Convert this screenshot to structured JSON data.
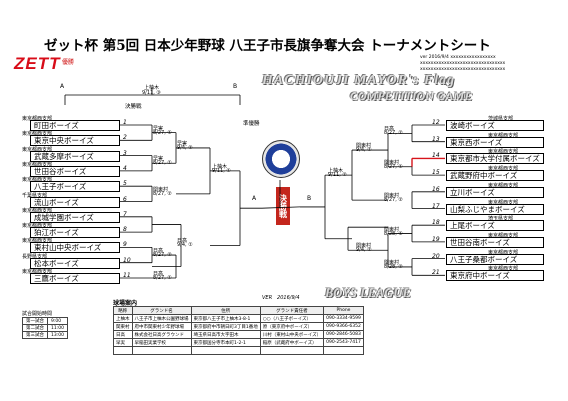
{
  "header": {
    "title": "ゼット杯 第5回 日本少年野球 八王子市長旗争奪大会 トーナメントシート",
    "logo": "ZETT",
    "victory": "優勝",
    "notes": [
      "ver 2016/9/4 xxxxxxxxxxxxxxxxx",
      "xxxxxxxxxxxxxxxxxxxxxxxxxxxxxxxx",
      "xxxxxxxxxxxxxxxxxxxxxxxxxxxxxxxx"
    ],
    "deco_line1": "HACHIOUJI MAYOR's Flag",
    "deco_line2": "COMPETITION GAME",
    "deco_boys": "BOYS LEAGUE",
    "version": "VER　2016/9/4"
  },
  "labels": {
    "block_a": "A",
    "block_b": "B",
    "final_label": "決勝戦",
    "final_venue": "上柚木",
    "final_date": "9/11, ③",
    "semi_label": "準優勝",
    "winner_badge": "決勝戦"
  },
  "left_teams": [
    {
      "n": "1",
      "branch": "東京都西支部",
      "name": "町田ボーイズ"
    },
    {
      "n": "2",
      "branch": "東京都西支部",
      "name": "東京中央ボーイズ"
    },
    {
      "n": "3",
      "branch": "東京都西支部",
      "name": "武蔵多摩ボーイズ"
    },
    {
      "n": "4",
      "branch": "東京都西支部",
      "name": "世田谷ボーイズ"
    },
    {
      "n": "5",
      "branch": "東京都西支部",
      "name": "八王子ボーイズ"
    },
    {
      "n": "6",
      "branch": "千葉県支部",
      "name": "流山ボーイズ"
    },
    {
      "n": "7",
      "branch": "東京都西支部",
      "name": "成城学園ボーイズ"
    },
    {
      "n": "8",
      "branch": "東京都西支部",
      "name": "狛江ボーイズ"
    },
    {
      "n": "9",
      "branch": "東京都西支部",
      "name": "東村山中央ボーイズ"
    },
    {
      "n": "10",
      "branch": "長野県支部",
      "name": "松本ボーイズ"
    },
    {
      "n": "11",
      "branch": "東京都西支部",
      "name": "三鷹ボーイズ"
    }
  ],
  "right_teams": [
    {
      "n": "12",
      "branch": "茨城県支部",
      "name": "波崎ボーイズ"
    },
    {
      "n": "13",
      "branch": "東京都西支部",
      "name": "東京西ボーイズ"
    },
    {
      "n": "14",
      "branch": "東京都西支部",
      "name": "東京都市大学付属ボーイズ"
    },
    {
      "n": "15",
      "branch": "東京都西支部",
      "name": "武蔵野府中ボーイズ"
    },
    {
      "n": "16",
      "branch": "東京都西支部",
      "name": "立川ボーイズ"
    },
    {
      "n": "17",
      "branch": "東京都西支部",
      "name": "山梨ふじやまボーイズ"
    },
    {
      "n": "18",
      "branch": "埼玉県支部",
      "name": "上尾ボーイズ"
    },
    {
      "n": "19",
      "branch": "東京都西支部",
      "name": "世田谷南ボーイズ"
    },
    {
      "n": "20",
      "branch": "東京都西支部",
      "name": "八王子桑都ボーイズ"
    },
    {
      "n": "21",
      "branch": "東京都西支部",
      "name": "東京府中ボーイズ"
    }
  ],
  "left_games": [
    {
      "label": "早実",
      "date": "8/27, ①"
    },
    {
      "label": "早実",
      "date": "8/27, ①"
    },
    {
      "label": "早実",
      "date": "9/4, ②"
    },
    {
      "label": "関東村",
      "date": "8/27, ②"
    },
    {
      "label": "上柚木",
      "date": "9/11, ①"
    },
    {
      "label": "日高",
      "date": "9/4, ①"
    },
    {
      "label": "日高",
      "date": "8/27, ②"
    },
    {
      "label": "日高",
      "date": "8/27, ①"
    }
  ],
  "right_games": [
    {
      "label": "日高",
      "date": "8/27, ②"
    },
    {
      "label": "関東村",
      "date": "8/27, ①"
    },
    {
      "label": "関東村",
      "date": "9/4, ①"
    },
    {
      "label": "関東村",
      "date": "8/27, ②"
    },
    {
      "label": "上柚木",
      "date": "9/11, ②"
    },
    {
      "label": "関東村",
      "date": "8/28, ①"
    },
    {
      "label": "関東村",
      "date": "9/4, ②"
    },
    {
      "label": "関東村",
      "date": "8/28, ②"
    }
  ],
  "venue_section": {
    "title": "球場案内",
    "headers": [
      "略称",
      "グランド名",
      "住所",
      "グランド責任者",
      "Phone"
    ],
    "rows": [
      [
        "上柚木",
        "八王子市上柚木公園野球場",
        "東京都八王子市上柚木3-8-1",
        "○○（八王子ボーイズ）",
        "090-3334-9599"
      ],
      [
        "関東村",
        "府中市関東村少年野球場",
        "東京都府中市朝日町3丁目1番地",
        "原（東京府中ボーイズ）",
        "090-9366-6352"
      ],
      [
        "日高",
        "株式会社日高グラウンド",
        "埼玉県日高市大字田木",
        "川村（東村山中央ボーイズ）",
        "090-2846-5083"
      ],
      [
        "早実",
        "早稲田実業学校",
        "東京都国分寺市本町1-2-1",
        "稲原（武蔵府中ボーイズ）",
        "090-2543-7417"
      ],
      [
        "",
        "",
        "",
        "",
        ""
      ]
    ]
  },
  "schedule": {
    "title": "試合開始時間",
    "rows": [
      [
        "第一試合",
        "9:00"
      ],
      [
        "第二試合",
        "11:00"
      ],
      [
        "第三試合",
        "13:00"
      ]
    ]
  }
}
